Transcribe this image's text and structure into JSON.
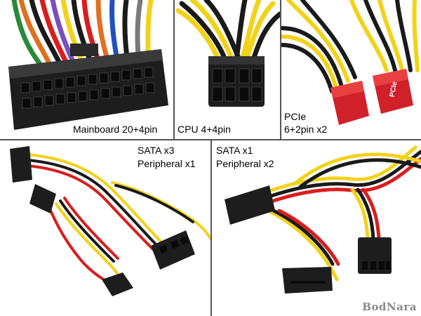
{
  "photo": {
    "panels": [
      {
        "id": "mainboard",
        "label": "Mainboard 20+4pin"
      },
      {
        "id": "cpu",
        "label": "CPU 4+4pin"
      },
      {
        "id": "pcie",
        "label_line1": "PCIe",
        "label_line2": "6+2pin x2",
        "connector_mark": "PCIe"
      },
      {
        "id": "sata-a",
        "label_line1": "SATA x3",
        "label_line2": "Peripheral x1"
      },
      {
        "id": "sata-b",
        "label_line1": "SATA x1",
        "label_line2": "Peripheral x2"
      }
    ],
    "watermark": "BodNara"
  },
  "colors": {
    "connector_black": "#1d1d1d",
    "wire_yellow": "#f2d21a",
    "wire_red": "#d81e1e",
    "wire_black": "#1a1a1a",
    "pcie_red": "#d0202a",
    "divider": "#555555"
  }
}
